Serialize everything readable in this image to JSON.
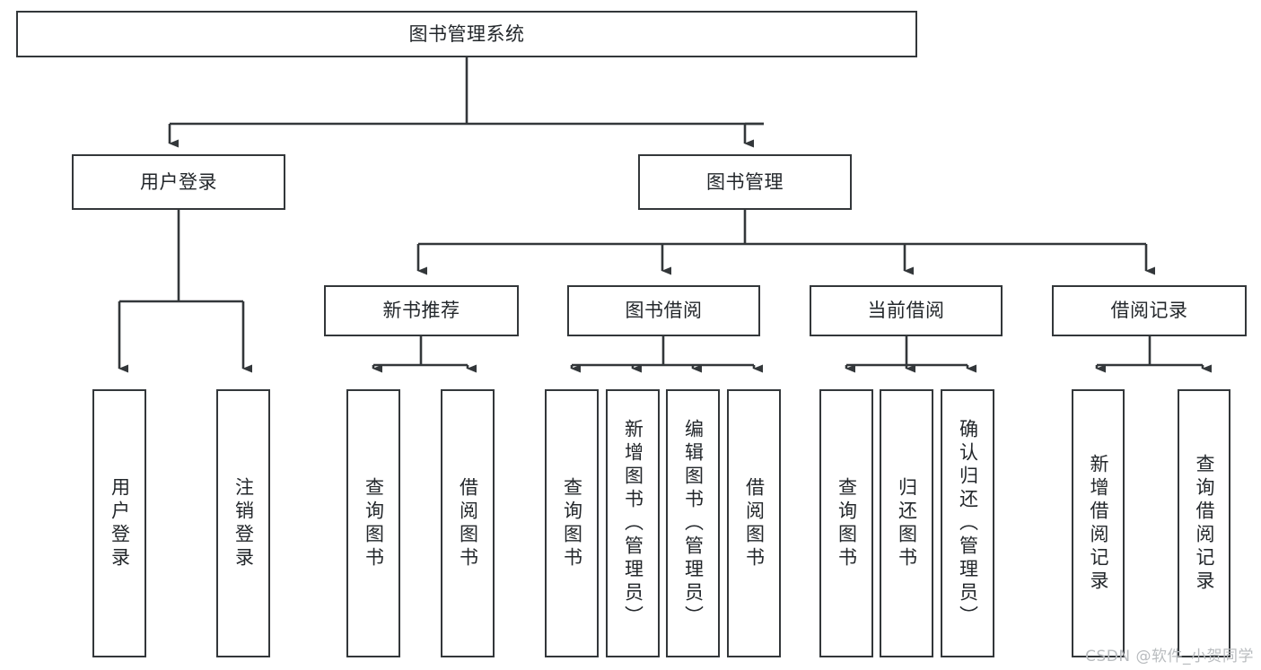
{
  "diagram": {
    "title": "图书管理系统",
    "type": "tree-structure-diagram",
    "stroke_color": "#33373a",
    "text_color": "#23272b",
    "background_color": "#ffffff"
  },
  "nodes": {
    "root": {
      "label": "图书管理系统"
    },
    "level2": [
      {
        "label": "用户登录"
      },
      {
        "label": "图书管理"
      }
    ],
    "level3": [
      {
        "label": "新书推荐"
      },
      {
        "label": "图书借阅"
      },
      {
        "label": "当前借阅"
      },
      {
        "label": "借阅记录"
      }
    ],
    "leaves_user_login": [
      {
        "label": "用户登录"
      },
      {
        "label": "注销登录"
      }
    ],
    "leaves_new_book": [
      {
        "label": "查询图书"
      },
      {
        "label": "借阅图书"
      }
    ],
    "leaves_borrow": [
      {
        "label": "查询图书"
      },
      {
        "label": "新增图书（管理员）"
      },
      {
        "label": "编辑图书（管理员）"
      },
      {
        "label": "借阅图书"
      }
    ],
    "leaves_current": [
      {
        "label": "查询图书"
      },
      {
        "label": "归还图书"
      },
      {
        "label": "确认归还（管理员）"
      }
    ],
    "leaves_records": [
      {
        "label": "新增借阅记录"
      },
      {
        "label": "查询借阅记录"
      }
    ]
  },
  "watermark": {
    "text": "CSDN @软件_小贺同学"
  }
}
